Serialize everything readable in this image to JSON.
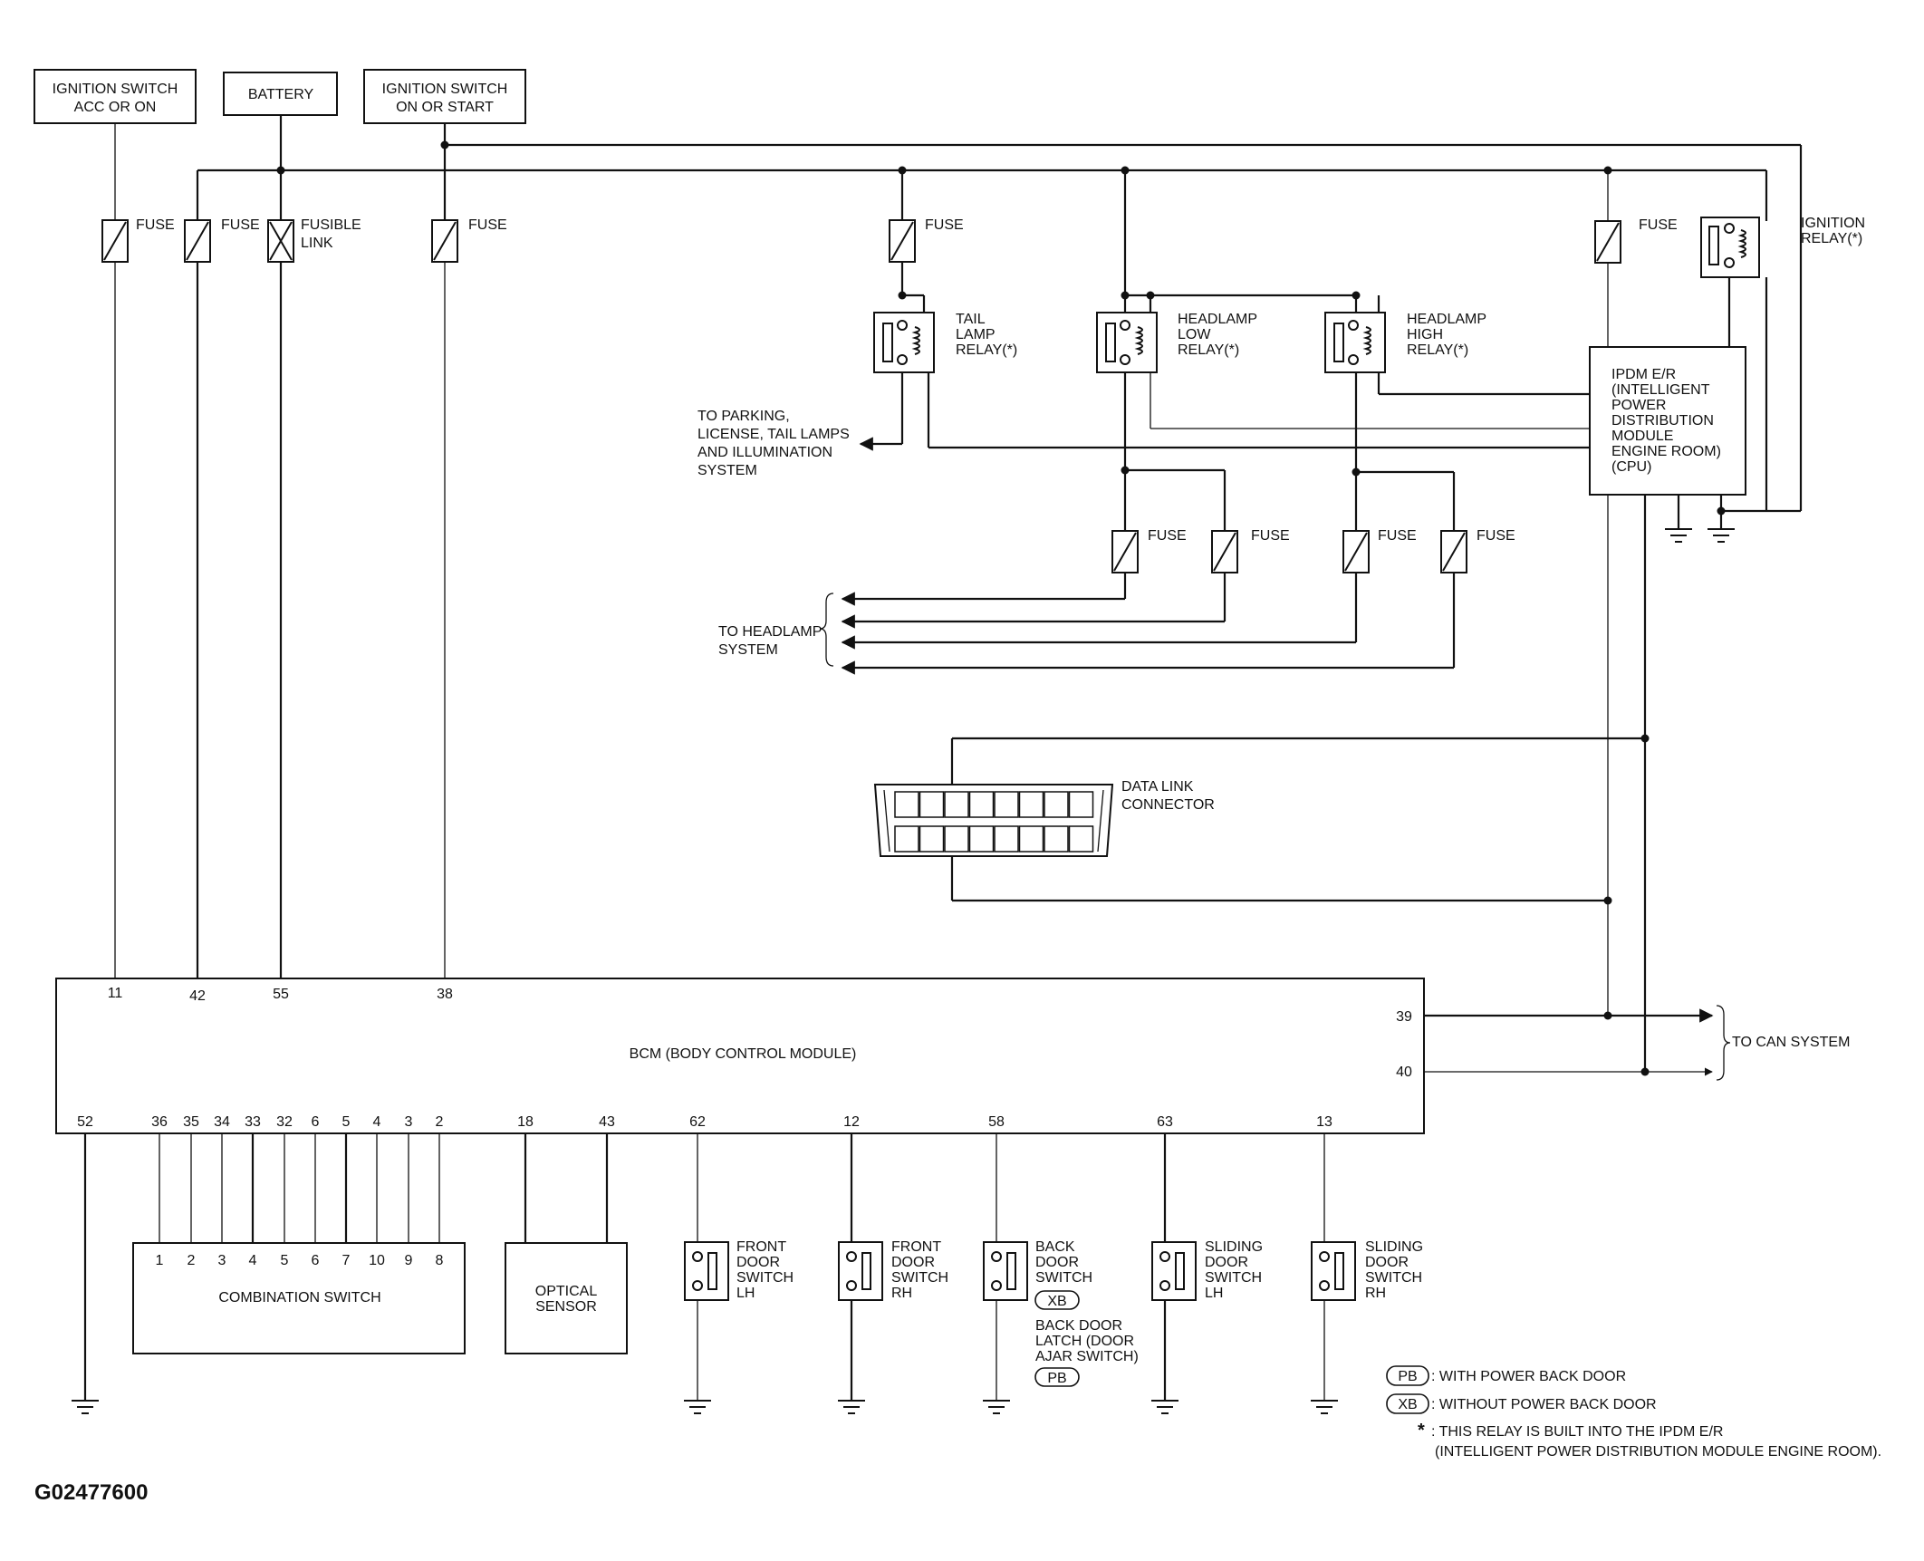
{
  "sources": {
    "ign_acc_on": [
      "IGNITION SWITCH",
      "ACC OR ON"
    ],
    "battery": "BATTERY",
    "ign_on_start": [
      "IGNITION SWITCH",
      "ON OR START"
    ]
  },
  "fuse": "FUSE",
  "fusible_link": [
    "FUSIBLE",
    "LINK"
  ],
  "relays": {
    "tail": [
      "TAIL",
      "LAMP",
      "RELAY(*)"
    ],
    "hl_low": [
      "HEADLAMP",
      "LOW",
      "RELAY(*)"
    ],
    "hl_high": [
      "HEADLAMP",
      "HIGH",
      "RELAY(*)"
    ],
    "ignition": [
      "IGNITION",
      "RELAY(*)"
    ]
  },
  "ipdm": [
    "IPDM E/R",
    "(INTELLIGENT",
    "POWER",
    "DISTRIBUTION",
    "MODULE",
    "ENGINE ROOM)",
    "(CPU)"
  ],
  "to_parking": [
    "TO PARKING,",
    "LICENSE, TAIL LAMPS",
    "AND ILLUMINATION",
    "SYSTEM"
  ],
  "to_headlamp": [
    "TO HEADLAMP",
    "SYSTEM"
  ],
  "dlc": [
    "DATA LINK",
    "CONNECTOR"
  ],
  "bcm": {
    "label": "BCM (BODY CONTROL MODULE)",
    "top_pins": [
      "11",
      "42",
      "55",
      "38"
    ],
    "right_pins": [
      "39",
      "40"
    ],
    "bottom_pins": [
      "52",
      "36",
      "35",
      "34",
      "33",
      "32",
      "6",
      "5",
      "4",
      "3",
      "2",
      "18",
      "43",
      "62",
      "12",
      "58",
      "63",
      "13"
    ]
  },
  "to_can": "TO CAN SYSTEM",
  "combo_switch": {
    "label": "COMBINATION SWITCH",
    "pins": [
      "1",
      "2",
      "3",
      "4",
      "5",
      "6",
      "7",
      "10",
      "9",
      "8"
    ]
  },
  "optical": [
    "OPTICAL",
    "SENSOR"
  ],
  "switches": {
    "front_lh": [
      "FRONT",
      "DOOR",
      "SWITCH",
      "LH"
    ],
    "front_rh": [
      "FRONT",
      "DOOR",
      "SWITCH",
      "RH"
    ],
    "back_door": [
      "BACK",
      "DOOR",
      "SWITCH"
    ],
    "back_latch": [
      "BACK DOOR",
      "LATCH (DOOR",
      "AJAR SWITCH)"
    ],
    "sliding_lh": [
      "SLIDING",
      "DOOR",
      "SWITCH",
      "LH"
    ],
    "sliding_rh": [
      "SLIDING",
      "DOOR",
      "SWITCH",
      "RH"
    ]
  },
  "tags": {
    "pb": "PB",
    "xb": "XB"
  },
  "legend": {
    "pb_text": ": WITH POWER BACK DOOR",
    "xb_text": ": WITHOUT POWER BACK DOOR",
    "star": "*",
    "note": [
      ": THIS RELAY IS BUILT INTO THE IPDM E/R",
      "(INTELLIGENT POWER DISTRIBUTION MODULE ENGINE ROOM)."
    ]
  },
  "figure_id": "G02477600"
}
